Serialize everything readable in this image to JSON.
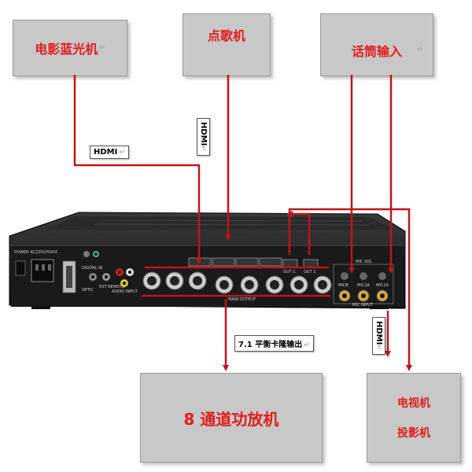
{
  "boxes": {
    "bluray": {
      "label": "电影蓝光机"
    },
    "karaoke": {
      "label": "点歌机"
    },
    "mic_in": {
      "label": "话筒输入"
    },
    "amp": {
      "label": "8 通道功放机"
    },
    "display": {
      "line1": "电视机",
      "line2": "投影机"
    }
  },
  "connectors": {
    "hdmi_bluray": "HDMI",
    "hdmi_karaoke": "HDMI",
    "hdmi_display": "HDMI",
    "balanced_out": "7.1 平衡卡隆输出"
  },
  "panel": {
    "power_label": "POWER AC220V/50HZ",
    "digital_label": "DIGITAL IN",
    "ext_label": "EXT REMOTE",
    "optic_label": "OPTIC",
    "audio_label": "AUDIO INPUT",
    "main_output_label": "MAIN OUTPUT",
    "out1": "OUT 1",
    "out2": "OUT 2",
    "mic_vol_label": "MIC VOL",
    "mic_input_label": "MIC INPUT",
    "micb": "MICB",
    "mic2a": "MIC2A",
    "mic1a": "MIC1A"
  },
  "pilcrow": "↵",
  "colors": {
    "accent": "#e41b1b",
    "box_fill": "#c8c8c8",
    "line": "#c0141a"
  }
}
